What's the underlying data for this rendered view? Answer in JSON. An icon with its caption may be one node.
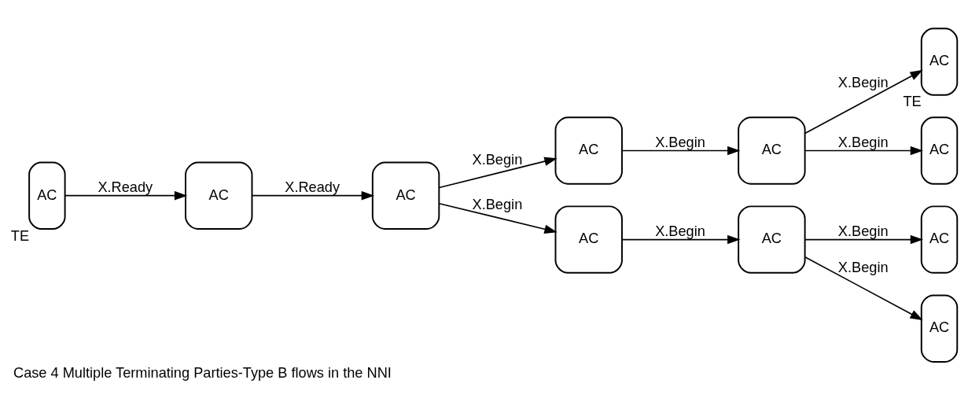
{
  "diagram": {
    "caption": "Case 4 Multiple Terminating Parties-Type B flows in the NNI",
    "nodes": [
      {
        "text": [
          "AC"
        ],
        "beside": [
          "TE"
        ]
      },
      {
        "text": [
          "AC"
        ]
      },
      {
        "text": [
          "AC"
        ]
      },
      {
        "text": [
          "AC"
        ]
      },
      {
        "text": [
          "AC"
        ]
      },
      {
        "text": [
          "AC"
        ],
        "beside": [
          "TE"
        ]
      },
      {
        "text": [
          "AC"
        ]
      },
      {
        "text": [
          "AC"
        ]
      },
      {
        "text": [
          "AC"
        ]
      },
      {
        "text": [
          "AC"
        ]
      },
      {
        "text": [
          "AC"
        ]
      }
    ],
    "edges": [
      {
        "from": 0,
        "to": 1,
        "arrow": "to",
        "label": "X.Ready"
      },
      {
        "from": 1,
        "to": 2,
        "arrow": "to",
        "label": "X.Ready"
      },
      {
        "from": 2,
        "to": 3,
        "arrow": "to",
        "label": "X.Begin"
      },
      {
        "from": 3,
        "to": 4,
        "arrow": "to",
        "label": "X.Begin"
      },
      {
        "from": 4,
        "to": 5,
        "arrow": "to",
        "label": "X.Begin"
      },
      {
        "from": 4,
        "to": 6,
        "arrow": "to",
        "label": "X.Begin"
      },
      {
        "from": 2,
        "to": 7,
        "arrow": "to",
        "label": "X.Begin"
      },
      {
        "from": 7,
        "to": 8,
        "arrow": "to",
        "label": "X.Begin"
      },
      {
        "from": 8,
        "to": 9,
        "arrow": "to",
        "label": "X.Begin"
      },
      {
        "from": 8,
        "to": 10,
        "arrow": "to",
        "label": "X.Begin"
      }
    ]
  }
}
